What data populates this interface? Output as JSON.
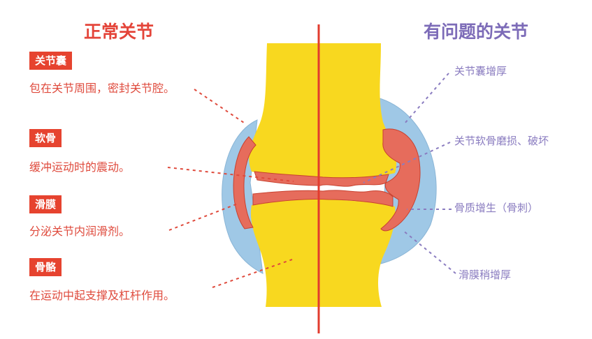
{
  "titles": {
    "normal": "正常关节",
    "problem": "有问题的关节"
  },
  "left_items": [
    {
      "label": "关节囊",
      "desc": "包在关节周围，密封关节腔。"
    },
    {
      "label": "软骨",
      "desc": "缓冲运动时的震动。"
    },
    {
      "label": "滑膜",
      "desc": "分泌关节内润滑剂。"
    },
    {
      "label": "骨骼",
      "desc": "在运动中起支撑及杠杆作用。"
    }
  ],
  "right_items": [
    {
      "label": "关节囊增厚"
    },
    {
      "label": "关节软骨磨损、破坏"
    },
    {
      "label": "骨质增生（骨刺）"
    },
    {
      "label": "滑膜稍增厚"
    }
  ],
  "colors": {
    "bone": "#f8d81f",
    "capsule": "#9fc8e6",
    "cartilage": "#e66c5c",
    "divider": "#e23b2e",
    "red_text": "#df4a3c",
    "purple_text": "#8a7cc0"
  }
}
